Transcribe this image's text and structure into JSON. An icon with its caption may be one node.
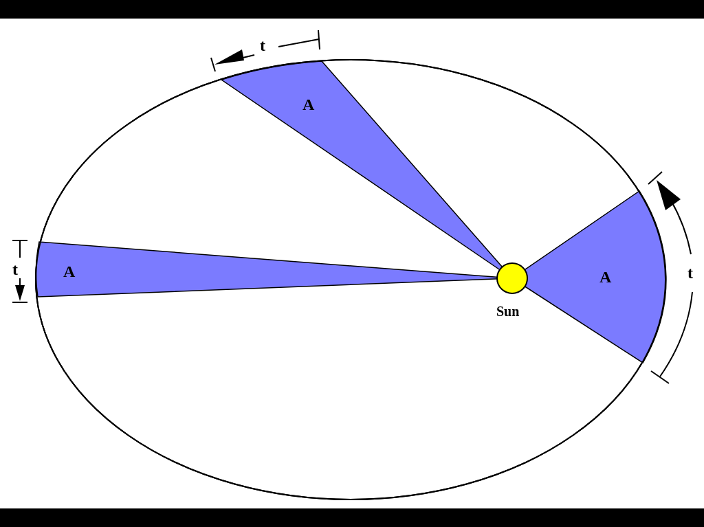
{
  "diagram": {
    "nodes": [
      {
        "text": [
          "A"
        ]
      },
      {
        "text": [
          "A"
        ]
      },
      {
        "text": [
          "A"
        ]
      }
    ],
    "labels": [
      "t",
      "t",
      "t",
      "Sun"
    ]
  }
}
